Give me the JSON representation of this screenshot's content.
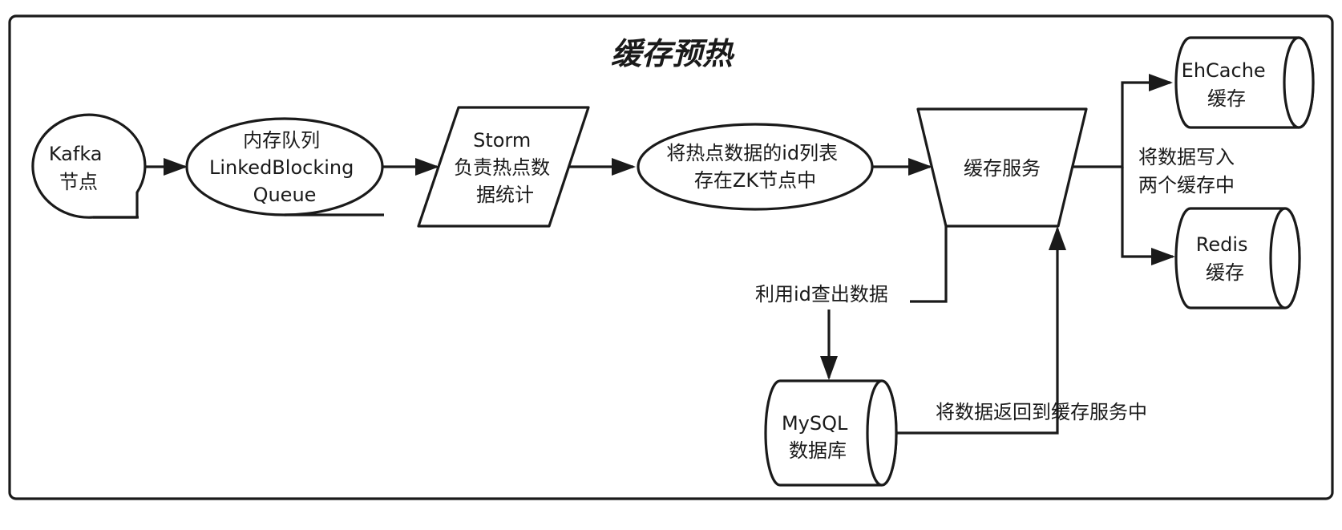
{
  "diagram": {
    "title": "缓存预热",
    "nodes": {
      "kafka": {
        "lines": [
          "Kafka",
          "节点"
        ]
      },
      "queue": {
        "lines": [
          "内存队列",
          "LinkedBlocking",
          "Queue"
        ]
      },
      "storm": {
        "lines": [
          "Storm",
          "负责热点数",
          "据统计"
        ]
      },
      "zk": {
        "lines": [
          "将热点数据的id列表",
          "存在ZK节点中"
        ]
      },
      "cache_service": {
        "lines": [
          "缓存服务"
        ]
      },
      "ehcache": {
        "lines": [
          "EhCache",
          "缓存"
        ]
      },
      "redis": {
        "lines": [
          "Redis",
          "缓存"
        ]
      },
      "mysql": {
        "lines": [
          "MySQL",
          "数据库"
        ]
      }
    },
    "edge_labels": {
      "write_both": [
        "将数据写入",
        "两个缓存中"
      ],
      "query_by_id": "利用id查出数据",
      "return_data": "将数据返回到缓存服务中"
    },
    "colors": {
      "stroke": "#1a1a1a",
      "fill": "#ffffff",
      "background": "#ffffff"
    }
  }
}
